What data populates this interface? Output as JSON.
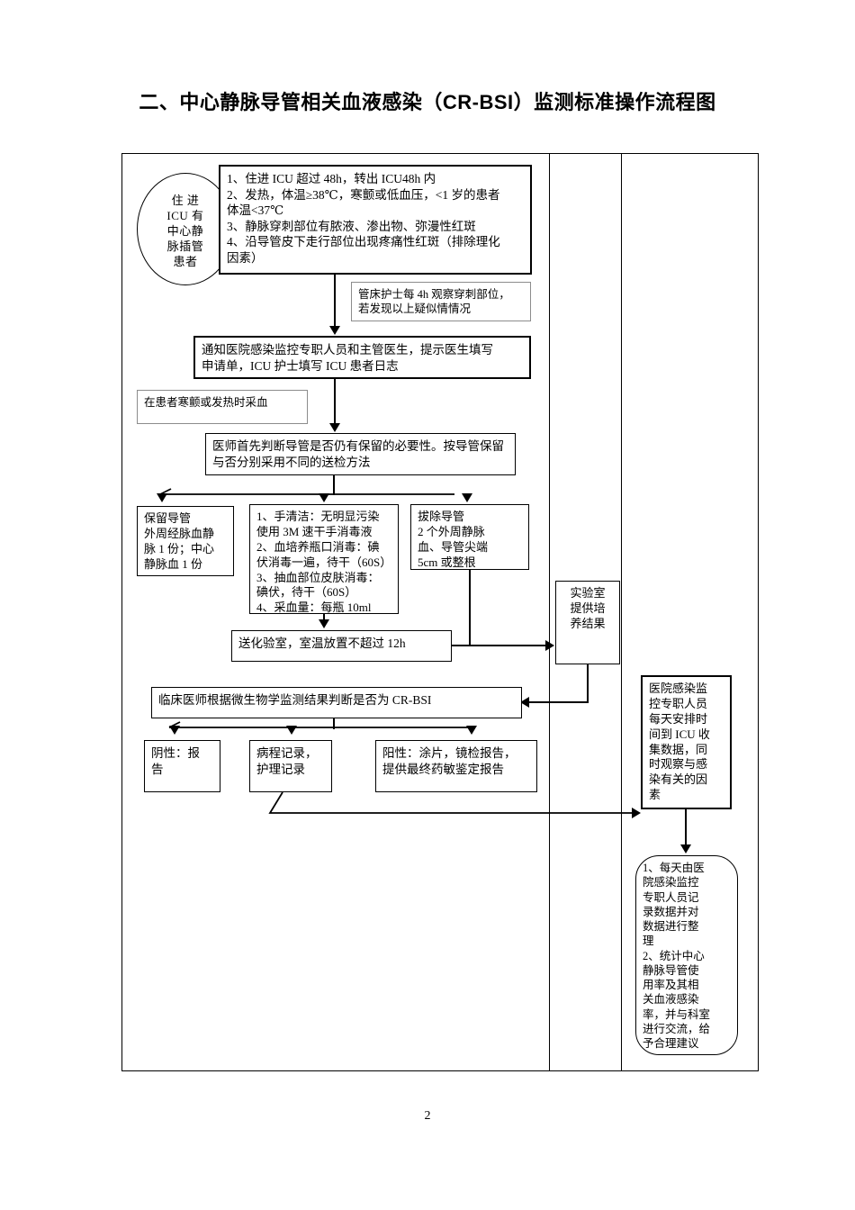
{
  "document": {
    "title": "二、中心静脉导管相关血液感染（CR‐BSI）监测标准操作流程图",
    "page_number": "2"
  },
  "flowchart": {
    "nodes": {
      "start_oval": {
        "name": "start-oval",
        "lines": [
          "住  进",
          "ICU  有",
          "中心静",
          "脉插管",
          "患者"
        ]
      },
      "criteria_box": {
        "name": "criteria-box",
        "lines": [
          "1、住进 ICU 超过 48h，转出 ICU48h 内",
          "2、发热，体温≥38℃，寒颤或低血压，<1 岁的患者",
          "体温<37℃",
          "3、静脉穿刺部位有脓液、渗出物、弥漫性红斑",
          "4、沿导管皮下走行部位出现疼痛性红斑（排除理化",
          "因素）"
        ]
      },
      "nurse_observe": {
        "name": "nurse-observation-box",
        "lines": [
          "管床护士每 4h 观察穿刺部位，",
          "若发现以上疑似情情况"
        ]
      },
      "notify": {
        "name": "notify-box",
        "lines": [
          "通知医院感染监控专职人员和主管医生，提示医生填写",
          "申请单，ICU 护士填写 ICU 患者日志"
        ]
      },
      "blood_draw_timing": {
        "name": "blood-draw-timing-box",
        "lines": [
          "在患者寒颤或发热时采血"
        ]
      },
      "physician_decide": {
        "name": "physician-decision-box",
        "lines": [
          "医师首先判断导管是否仍有保留的必要性。按导管保留",
          "与否分别采用不同的送检方法"
        ]
      },
      "keep_catheter": {
        "name": "keep-catheter-box",
        "lines": [
          "保留导管",
          "外周经脉血静",
          "脉 1 份；中心",
          "静脉血 1 份"
        ]
      },
      "procedure_steps": {
        "name": "procedure-steps-box",
        "lines": [
          "1、手清洁：无明显污染",
          "使用 3M 速干手消毒液",
          "2、血培养瓶口消毒：碘",
          "伏消毒一遍，待干（60S）",
          "3、抽血部位皮肤消毒：",
          "碘伏，待干（60S）",
          "4、采血量：每瓶 10ml"
        ]
      },
      "remove_catheter": {
        "name": "remove-catheter-box",
        "lines": [
          "拔除导管",
          "2 个外周静脉",
          "血、导管尖端",
          "5cm 或整根"
        ]
      },
      "send_to_lab": {
        "name": "send-to-lab-box",
        "lines": [
          "送化验室，室温放置不超过 12h"
        ]
      },
      "lab_result": {
        "name": "lab-result-box",
        "lines": [
          "实验室",
          "提供培",
          "养结果"
        ]
      },
      "clinician_judge": {
        "name": "clinician-judgement-box",
        "lines": [
          "临床医师根据微生物学监测结果判断是否为 CR-BSI"
        ]
      },
      "negative": {
        "name": "negative-result-box",
        "lines": [
          "阴性：报",
          "告"
        ]
      },
      "course_record": {
        "name": "course-record-box",
        "lines": [
          "病程记录，",
          "护理记录"
        ]
      },
      "positive": {
        "name": "positive-result-box",
        "lines": [
          "阳性：涂片，镜检报告，",
          "提供最终药敏鉴定报告"
        ]
      },
      "data_collection": {
        "name": "data-collection-box",
        "lines": [
          "医院感染监",
          "控专职人员",
          "每天安排时",
          "间到 ICU 收",
          "集数据，同",
          "时观察与感",
          "染有关的因",
          "素"
        ]
      },
      "statistics": {
        "name": "statistics-box",
        "lines": [
          "1、每天由医",
          "院感染监控",
          "专职人员记",
          "录数据并对",
          "数据进行整",
          "理",
          "2、统计中心",
          "静脉导管使",
          "用率及其相",
          "关血液感染",
          "率，并与科室",
          "进行交流，给",
          "予合理建议"
        ]
      }
    }
  }
}
